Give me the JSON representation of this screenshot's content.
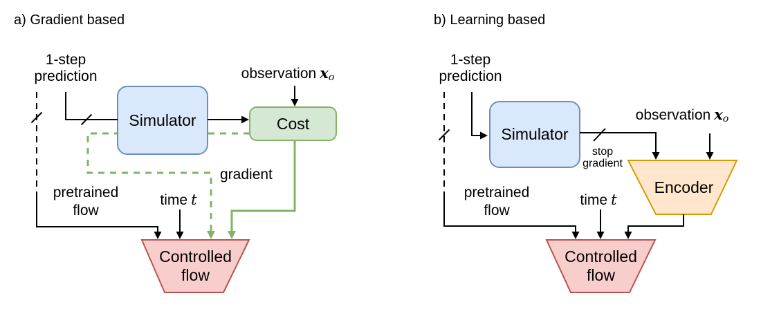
{
  "left_panel": {
    "title": "a) Gradient based",
    "one_step": {
      "line1": "1-step",
      "line2": "prediction"
    },
    "observation": {
      "text": "observation",
      "symbol": "x",
      "subscript": "o"
    },
    "simulator": "Simulator",
    "cost": "Cost",
    "gradient_label": "gradient",
    "pretrained": {
      "line1": "pretrained",
      "line2": "flow"
    },
    "time": {
      "text": "time",
      "symbol": "t"
    },
    "controlled_flow": {
      "line1": "Controlled",
      "line2": "flow"
    }
  },
  "right_panel": {
    "title": "b) Learning based",
    "one_step": {
      "line1": "1-step",
      "line2": "prediction"
    },
    "observation": {
      "text": "observation",
      "symbol": "x",
      "subscript": "o"
    },
    "simulator": "Simulator",
    "stop_gradient": {
      "line1": "stop",
      "line2": "gradient"
    },
    "encoder": "Encoder",
    "pretrained": {
      "line1": "pretrained",
      "line2": "flow"
    },
    "time": {
      "text": "time",
      "symbol": "t"
    },
    "controlled_flow": {
      "line1": "Controlled",
      "line2": "flow"
    }
  },
  "colors": {
    "blue_fill": "#dae8fc",
    "blue_stroke": "#6c8ebf",
    "green_fill": "#d5e8d4",
    "green_stroke": "#82b366",
    "orange_fill": "#ffe6cc",
    "orange_stroke": "#d79b00",
    "red_fill": "#f8cecc",
    "red_stroke": "#b85450",
    "line_black": "#000000",
    "green_line": "#82b366"
  }
}
